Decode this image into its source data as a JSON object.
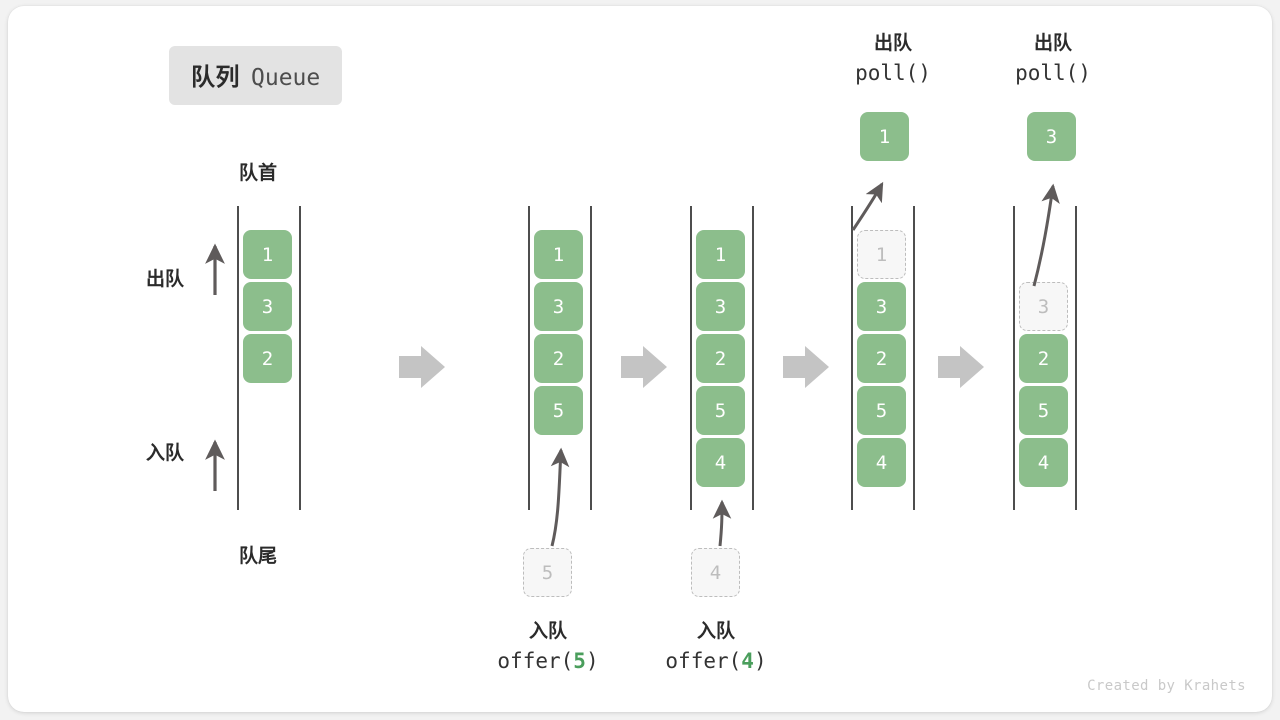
{
  "title": {
    "cn": "队列",
    "en": "Queue"
  },
  "labels": {
    "head": "队首",
    "tail": "队尾",
    "dequeue": "出队",
    "enqueue": "入队"
  },
  "footer": "Created by Krahets",
  "colors": {
    "cell_green": "#8cbe8c",
    "ghost_fill": "#f7f7f7",
    "ghost_border": "#bdbdbd",
    "rail": "#4d4d4d",
    "arrow_gray": "#c4c4c4",
    "accent_code": "#4a9e5c",
    "badge_bg": "#e3e3e3",
    "card_bg": "#ffffff",
    "page_bg": "#f2f2f2"
  },
  "columns": [
    {
      "id": "state-initial",
      "cells": [
        {
          "value": "1",
          "state": "filled"
        },
        {
          "value": "3",
          "state": "filled"
        },
        {
          "value": "2",
          "state": "filled"
        }
      ],
      "side_labels": [
        "出队",
        "入队"
      ],
      "head_label": "队首",
      "tail_label": "队尾"
    },
    {
      "id": "state-after-offer-5",
      "cells": [
        {
          "value": "1",
          "state": "filled"
        },
        {
          "value": "3",
          "state": "filled"
        },
        {
          "value": "2",
          "state": "filled"
        },
        {
          "value": "5",
          "state": "filled"
        }
      ],
      "incoming": {
        "value": "5",
        "state": "ghost"
      },
      "operation": {
        "cn": "入队",
        "fn": "offer",
        "arg": "5"
      }
    },
    {
      "id": "state-after-offer-4",
      "cells": [
        {
          "value": "1",
          "state": "filled"
        },
        {
          "value": "3",
          "state": "filled"
        },
        {
          "value": "2",
          "state": "filled"
        },
        {
          "value": "5",
          "state": "filled"
        },
        {
          "value": "4",
          "state": "filled"
        }
      ],
      "incoming": {
        "value": "4",
        "state": "ghost"
      },
      "operation": {
        "cn": "入队",
        "fn": "offer",
        "arg": "4"
      }
    },
    {
      "id": "state-after-poll-1",
      "cells": [
        {
          "value": "1",
          "state": "ghost"
        },
        {
          "value": "3",
          "state": "filled"
        },
        {
          "value": "2",
          "state": "filled"
        },
        {
          "value": "5",
          "state": "filled"
        },
        {
          "value": "4",
          "state": "filled"
        }
      ],
      "popped": {
        "value": "1",
        "state": "filled"
      },
      "operation": {
        "cn": "出队",
        "fn": "poll",
        "arg": ""
      }
    },
    {
      "id": "state-after-poll-3",
      "cells": [
        {
          "value": "",
          "state": "empty"
        },
        {
          "value": "3",
          "state": "ghost"
        },
        {
          "value": "2",
          "state": "filled"
        },
        {
          "value": "5",
          "state": "filled"
        },
        {
          "value": "4",
          "state": "filled"
        }
      ],
      "popped": {
        "value": "3",
        "state": "filled"
      },
      "operation": {
        "cn": "出队",
        "fn": "poll",
        "arg": ""
      }
    }
  ],
  "flow_arrows": 4
}
